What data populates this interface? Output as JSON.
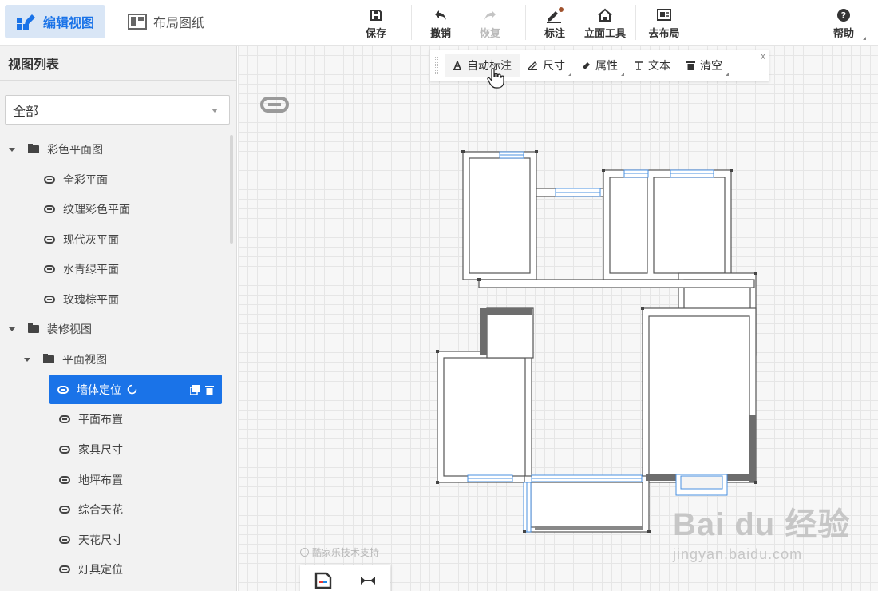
{
  "topbar": {
    "mode_tabs": [
      {
        "label": "编辑视图",
        "active": true
      },
      {
        "label": "布局图纸",
        "active": false
      }
    ],
    "tools": {
      "save": "保存",
      "undo": "撤销",
      "redo": "恢复",
      "annotate": "标注",
      "elevation": "立面工具",
      "to_layout": "去布局",
      "help": "帮助"
    }
  },
  "sidebar": {
    "title": "视图列表",
    "filter_value": "全部",
    "tree": {
      "group1": "彩色平面图",
      "group1_items": [
        "全彩平面",
        "纹理彩色平面",
        "现代灰平面",
        "水青绿平面",
        "玫瑰棕平面"
      ],
      "group2": "装修视图",
      "group2_sub": "平面视图",
      "selected": "墙体定位",
      "group2_items": [
        "平面布置",
        "家具尺寸",
        "地坪布置",
        "综合天花",
        "天花尺寸",
        "灯具定位"
      ]
    }
  },
  "annotation_toolbar": {
    "auto": "自动标注",
    "dimension": "尺寸",
    "attribute": "属性",
    "text": "文本",
    "clear": "清空",
    "close": "x"
  },
  "canvas": {
    "support_text": "酷家乐技术支持"
  },
  "watermark": {
    "brand": "Bai du 经验",
    "url": "jingyan.baidu.com"
  },
  "colors": {
    "accent": "#1a73e8",
    "wall": "#555555",
    "window": "#4a90e2"
  }
}
